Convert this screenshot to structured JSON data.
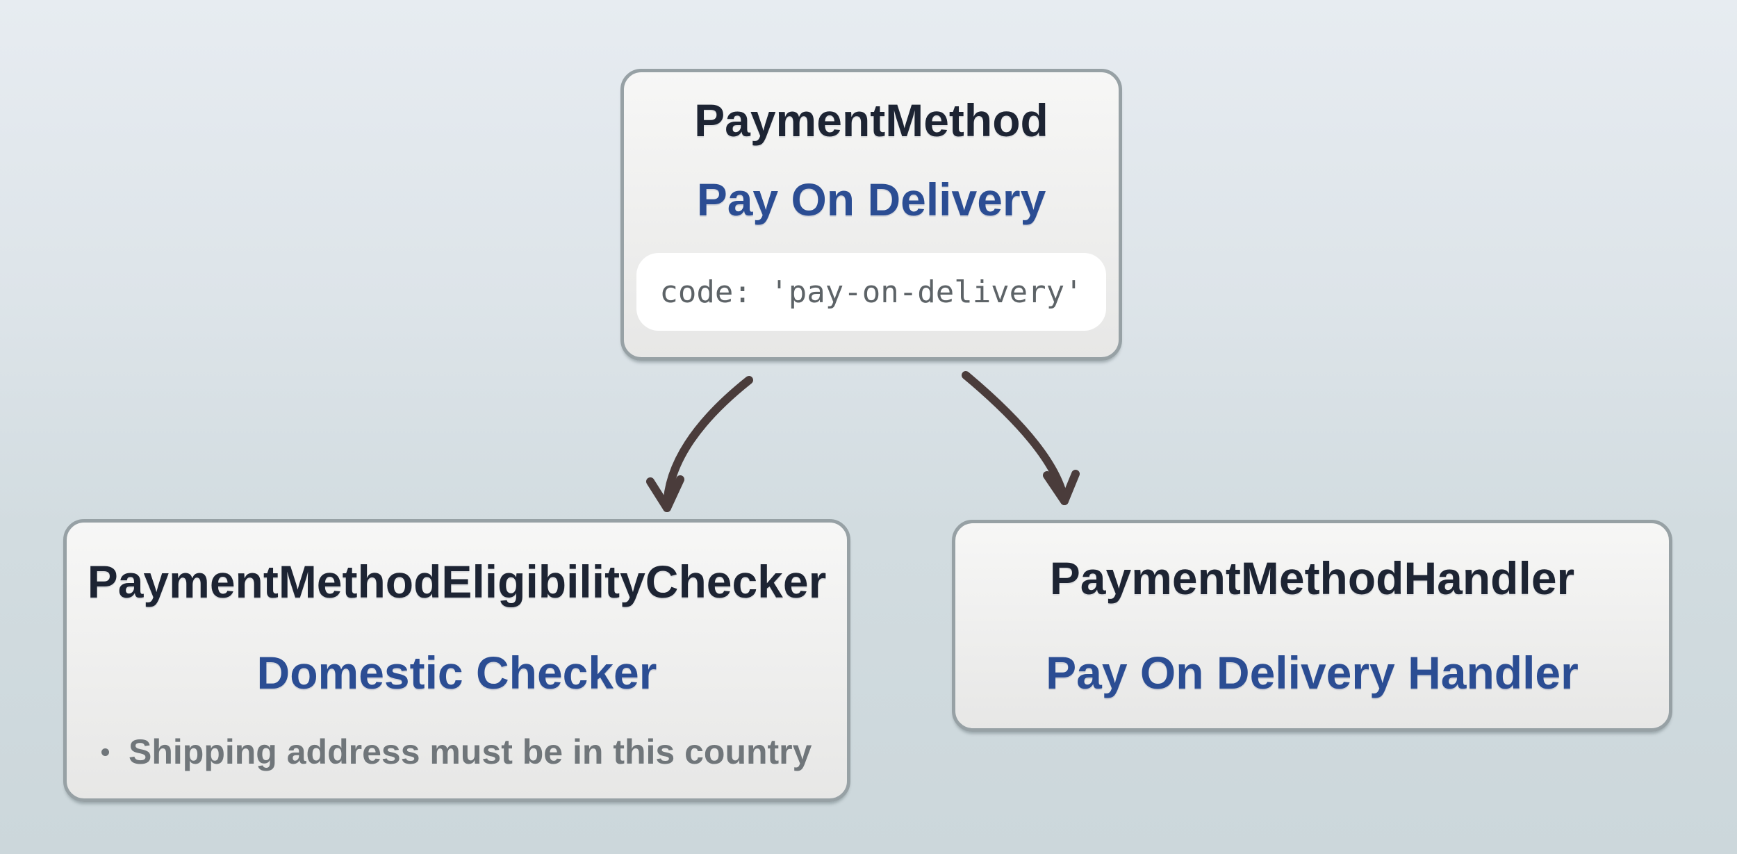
{
  "diagram": {
    "payment_method": {
      "title": "PaymentMethod",
      "subtitle": "Pay On Delivery",
      "code": "code: 'pay-on-delivery'"
    },
    "eligibility_checker": {
      "title": "PaymentMethodEligibilityChecker",
      "subtitle": "Domestic Checker",
      "bullets": [
        "Shipping address must be in this country"
      ]
    },
    "handler": {
      "title": "PaymentMethodHandler",
      "subtitle": "Pay On Delivery Handler"
    }
  },
  "colors": {
    "background_top": "#e7ecf1",
    "background_bottom": "#ccd7db",
    "node_fill_top": "#f7f7f6",
    "node_fill_bottom": "#e7e7e6",
    "node_border": "#97a1a5",
    "title_text": "#1d2433",
    "subtitle_text": "#2b4d93",
    "code_text": "#5d6367",
    "code_background": "#ffffff",
    "note_text": "#70767a",
    "arrow": "#4a3c3b"
  }
}
